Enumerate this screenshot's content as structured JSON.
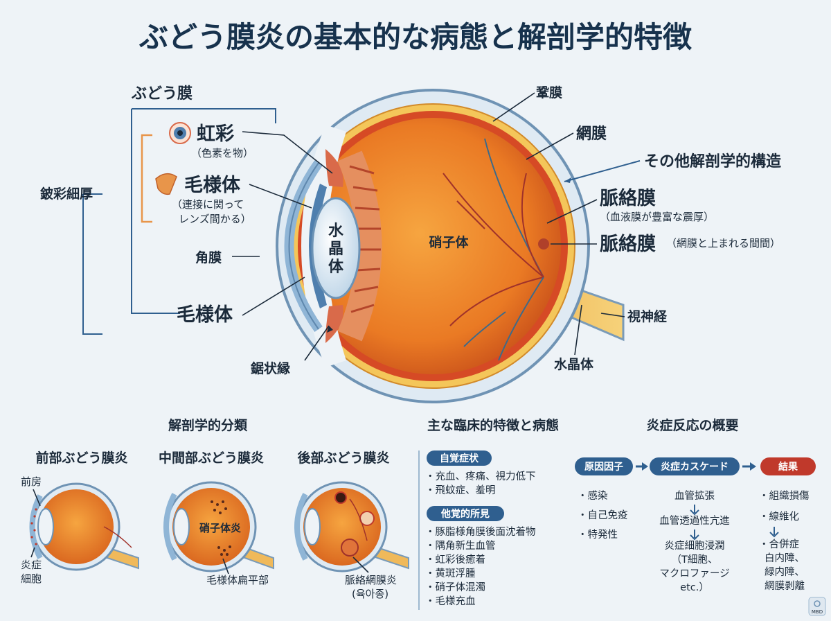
{
  "title": "ぶどう膜炎の基本的な病態と解剖学的特徴",
  "colors": {
    "accent_blue": "#2f5f8f",
    "accent_red": "#c0392b",
    "orange_bracket": "#e8954a",
    "background": "#eef3f7"
  },
  "eye_diagram": {
    "uvea_header": "ぶどう膜",
    "iris": {
      "label": "虹彩",
      "sub": "（色素を物）"
    },
    "ciliary_body_upper": {
      "label": "毛様体",
      "sub1": "（連接に関って",
      "sub2": "レンズ間かる）"
    },
    "bracket_left": "鈹彩細厚",
    "cornea": "角膜",
    "ciliary_body_lower": "毛様体",
    "ora_serrata": "鋸状縁",
    "lens": "水晶体",
    "vitreous": "硝子体",
    "sclera": "鞏膜",
    "retina": "網膜",
    "other_structures": "その他解剖学的構造",
    "choroid1": {
      "label": "脈絡膜",
      "sub": "（血液膜が豊富な震厚）"
    },
    "choroid2": {
      "label": "脈絡膜",
      "sub": "（網膜と上まれる間間）"
    },
    "optic_nerve": "視神経",
    "lens_bottom": "水晶体"
  },
  "classification": {
    "header": "解剖学的分類",
    "anterior": {
      "title": "前部ぶどう膜炎",
      "label_top": "前房",
      "label_bottom1": "炎症",
      "label_bottom2": "細胞"
    },
    "intermediate": {
      "title": "中間部ぶどう膜炎",
      "center": "硝子体炎",
      "bottom": "毛様体扁平部"
    },
    "posterior": {
      "title": "後部ぶどう膜炎",
      "bottom1": "脈絡網膜炎",
      "bottom2": "(육아종)"
    }
  },
  "clinical": {
    "header": "主な臨床的特徴と病態",
    "subjective": {
      "label": "自覚症状",
      "items": [
        "・充血、疼痛、視力低下",
        "・飛蚊症、羞明"
      ]
    },
    "objective": {
      "label": "他覚的所見",
      "items": [
        "・豚脂様角膜後面沈着物",
        "・隅角新生血管",
        "・虹彩後癒着",
        "・黄斑浮腫",
        "・硝子体混濁",
        "・毛様充血"
      ]
    }
  },
  "inflammation": {
    "header": "炎症反応の概要",
    "cause": {
      "label": "原因因子",
      "items": [
        "・感染",
        "・自己免疫",
        "・特発性"
      ]
    },
    "cascade": {
      "label": "炎症カスケード",
      "step1": "血管拡張",
      "step2": "血管透過性亢進",
      "step3a": "炎症細胞浸潤",
      "step3b": "（T細胞、",
      "step3c": "マクロファージ",
      "step3d": "etc.）"
    },
    "result": {
      "label": "結果",
      "item1": "・組織損傷",
      "item2": "・線維化",
      "item3a": "・合併症",
      "item3b": "白内障、",
      "item3c": "緑内障、",
      "item3d": "網膜剥離"
    }
  },
  "logo": "MBD"
}
